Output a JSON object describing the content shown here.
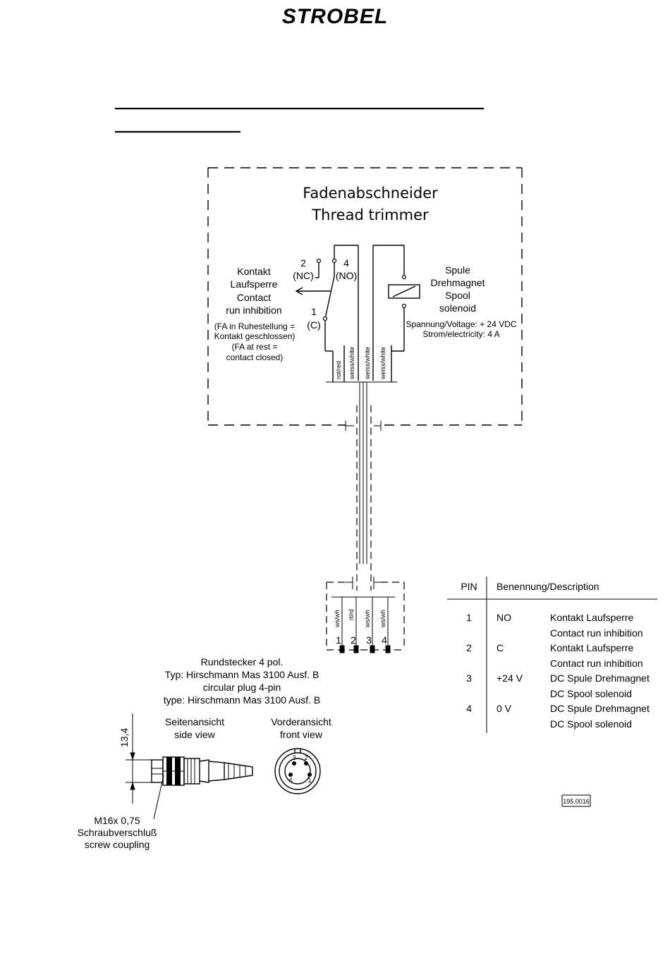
{
  "logo": {
    "text": "STROBEL"
  },
  "title": {
    "line1": "Fadenabschneider",
    "line2": "Thread trimmer"
  },
  "contact": {
    "label_lines": [
      "Kontakt",
      "Laufsperre",
      "Contact",
      "run inhibition"
    ],
    "note_lines": [
      "(FA in Ruhestellung =",
      "Kontakt geschlossen)",
      "(FA at rest =",
      "contact closed)"
    ],
    "pin2": "2",
    "pin2_sub": "(NC)",
    "pin4": "4",
    "pin4_sub": "(NO)",
    "pin1": "1",
    "pin1_sub": "(C)"
  },
  "solenoid": {
    "label_lines": [
      "Spule",
      "Drehmagnet",
      "Spool",
      "solenoid"
    ],
    "spec_lines": [
      "Spannung/Voltage: + 24 VDC",
      "Strom/electricity:       4 A"
    ]
  },
  "wires_top": [
    "rot/red",
    "weiss/white",
    "weiss/white",
    "weiss/white"
  ],
  "wires_bottom": [
    "ws/wh",
    "rt/rd",
    "ws/wh",
    "ws/wh"
  ],
  "pins_bottom": [
    "1",
    "2",
    "3",
    "4"
  ],
  "plug": {
    "desc_lines": [
      "Rundstecker 4 pol.",
      "Typ: Hirschmann Mas 3100 Ausf. B",
      "circular plug 4-pin",
      "type: Hirschmann Mas 3100 Ausf. B"
    ],
    "side_view": [
      "Seitenansicht",
      "side view"
    ],
    "front_view": [
      "Vorderansicht",
      "front view"
    ],
    "dimension": "13,4",
    "coupling_lines": [
      "M16x 0,75",
      "Schraubverschluß",
      "screw coupling"
    ],
    "front_pins": [
      "3",
      "2",
      "4",
      "1"
    ]
  },
  "pin_table": {
    "headers": [
      "PIN",
      "Benennung/Description"
    ],
    "rows": [
      {
        "pin": "1",
        "signal": "NO",
        "desc": [
          "Kontakt Laufsperre",
          "Contact run inhibition"
        ]
      },
      {
        "pin": "2",
        "signal": "C",
        "desc": [
          "Kontakt Laufsperre",
          "Contact run inhibition"
        ]
      },
      {
        "pin": "3",
        "signal": "+24 V",
        "desc": [
          "DC Spule Drehmagnet",
          "DC Spool solenoid"
        ]
      },
      {
        "pin": "4",
        "signal": "0 V",
        "desc": [
          "DC Spule Drehmagnet",
          "DC Spool solenoid"
        ]
      }
    ]
  },
  "drawing_number": "195.0016"
}
